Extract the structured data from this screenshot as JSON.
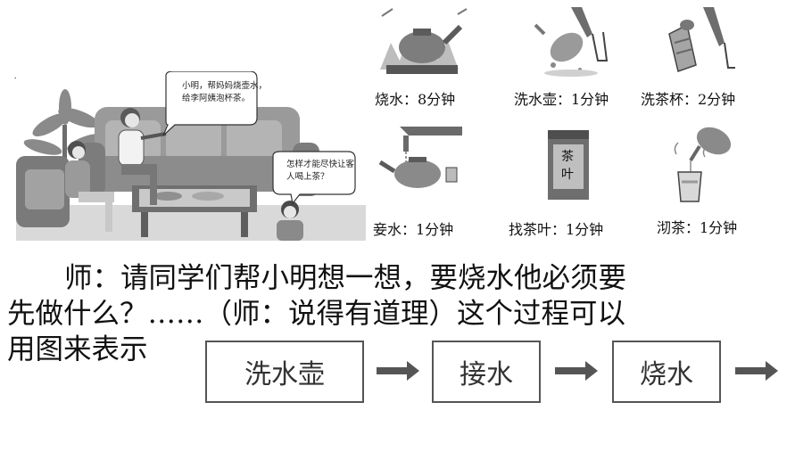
{
  "illustration": {
    "corner_mark": "–,",
    "bubble_1": "小明，帮妈妈烧壶水，给李阿姨泡杯茶。",
    "bubble_2": "怎样才能尽快让客人喝上茶？"
  },
  "activities": [
    {
      "icon": "kettle-on-stove-icon",
      "caption": "烧水：8分钟"
    },
    {
      "icon": "washing-kettle-icon",
      "caption": "洗水壶：1分钟"
    },
    {
      "icon": "washing-cup-icon",
      "caption": "洗茶杯：2分钟"
    },
    {
      "icon": "filling-kettle-icon",
      "caption": "妾水：1分钟"
    },
    {
      "icon": "tea-tin-icon",
      "caption": "找茶叶：1分钟",
      "tin_label_1": "茶",
      "tin_label_2": "叶"
    },
    {
      "icon": "pouring-tea-icon",
      "caption": "沏茶：1分钟"
    }
  ],
  "lesson": {
    "line_1": "师：请同学们帮小明想一想，要烧水他必须要",
    "line_2": "先做什么？……（师：说得有道理）这个过程可以",
    "line_3": "用图来表示"
  },
  "flow": {
    "steps": [
      "洗水壶",
      "接水",
      "烧水"
    ],
    "arrow_color": "#555555"
  }
}
